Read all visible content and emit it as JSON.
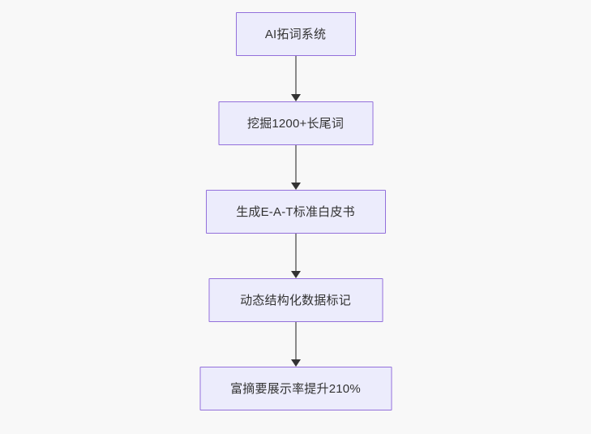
{
  "diagram": {
    "type": "flowchart",
    "orientation": "top-to-bottom",
    "background_color": "#f8f8f8",
    "node_fill_color": "#ececfc",
    "node_border_color": "#9370db",
    "node_text_color": "#333333",
    "connector_color": "#8a8a8a",
    "arrowhead_color": "#333333",
    "nodes": [
      {
        "id": "node-1",
        "label": "AI拓词系统"
      },
      {
        "id": "node-2",
        "label": "挖掘1200+长尾词"
      },
      {
        "id": "node-3",
        "label": "生成E-A-T标准白皮书"
      },
      {
        "id": "node-4",
        "label": "动态结构化数据标记"
      },
      {
        "id": "node-5",
        "label": "富摘要展示率提升210%"
      }
    ],
    "edges": [
      {
        "id": "edge-1",
        "from": "node-1",
        "to": "node-2",
        "label": ""
      },
      {
        "id": "edge-2",
        "from": "node-2",
        "to": "node-3",
        "label": ""
      },
      {
        "id": "edge-3",
        "from": "node-3",
        "to": "node-4",
        "label": ""
      },
      {
        "id": "edge-4",
        "from": "node-4",
        "to": "node-5",
        "label": ""
      }
    ]
  }
}
